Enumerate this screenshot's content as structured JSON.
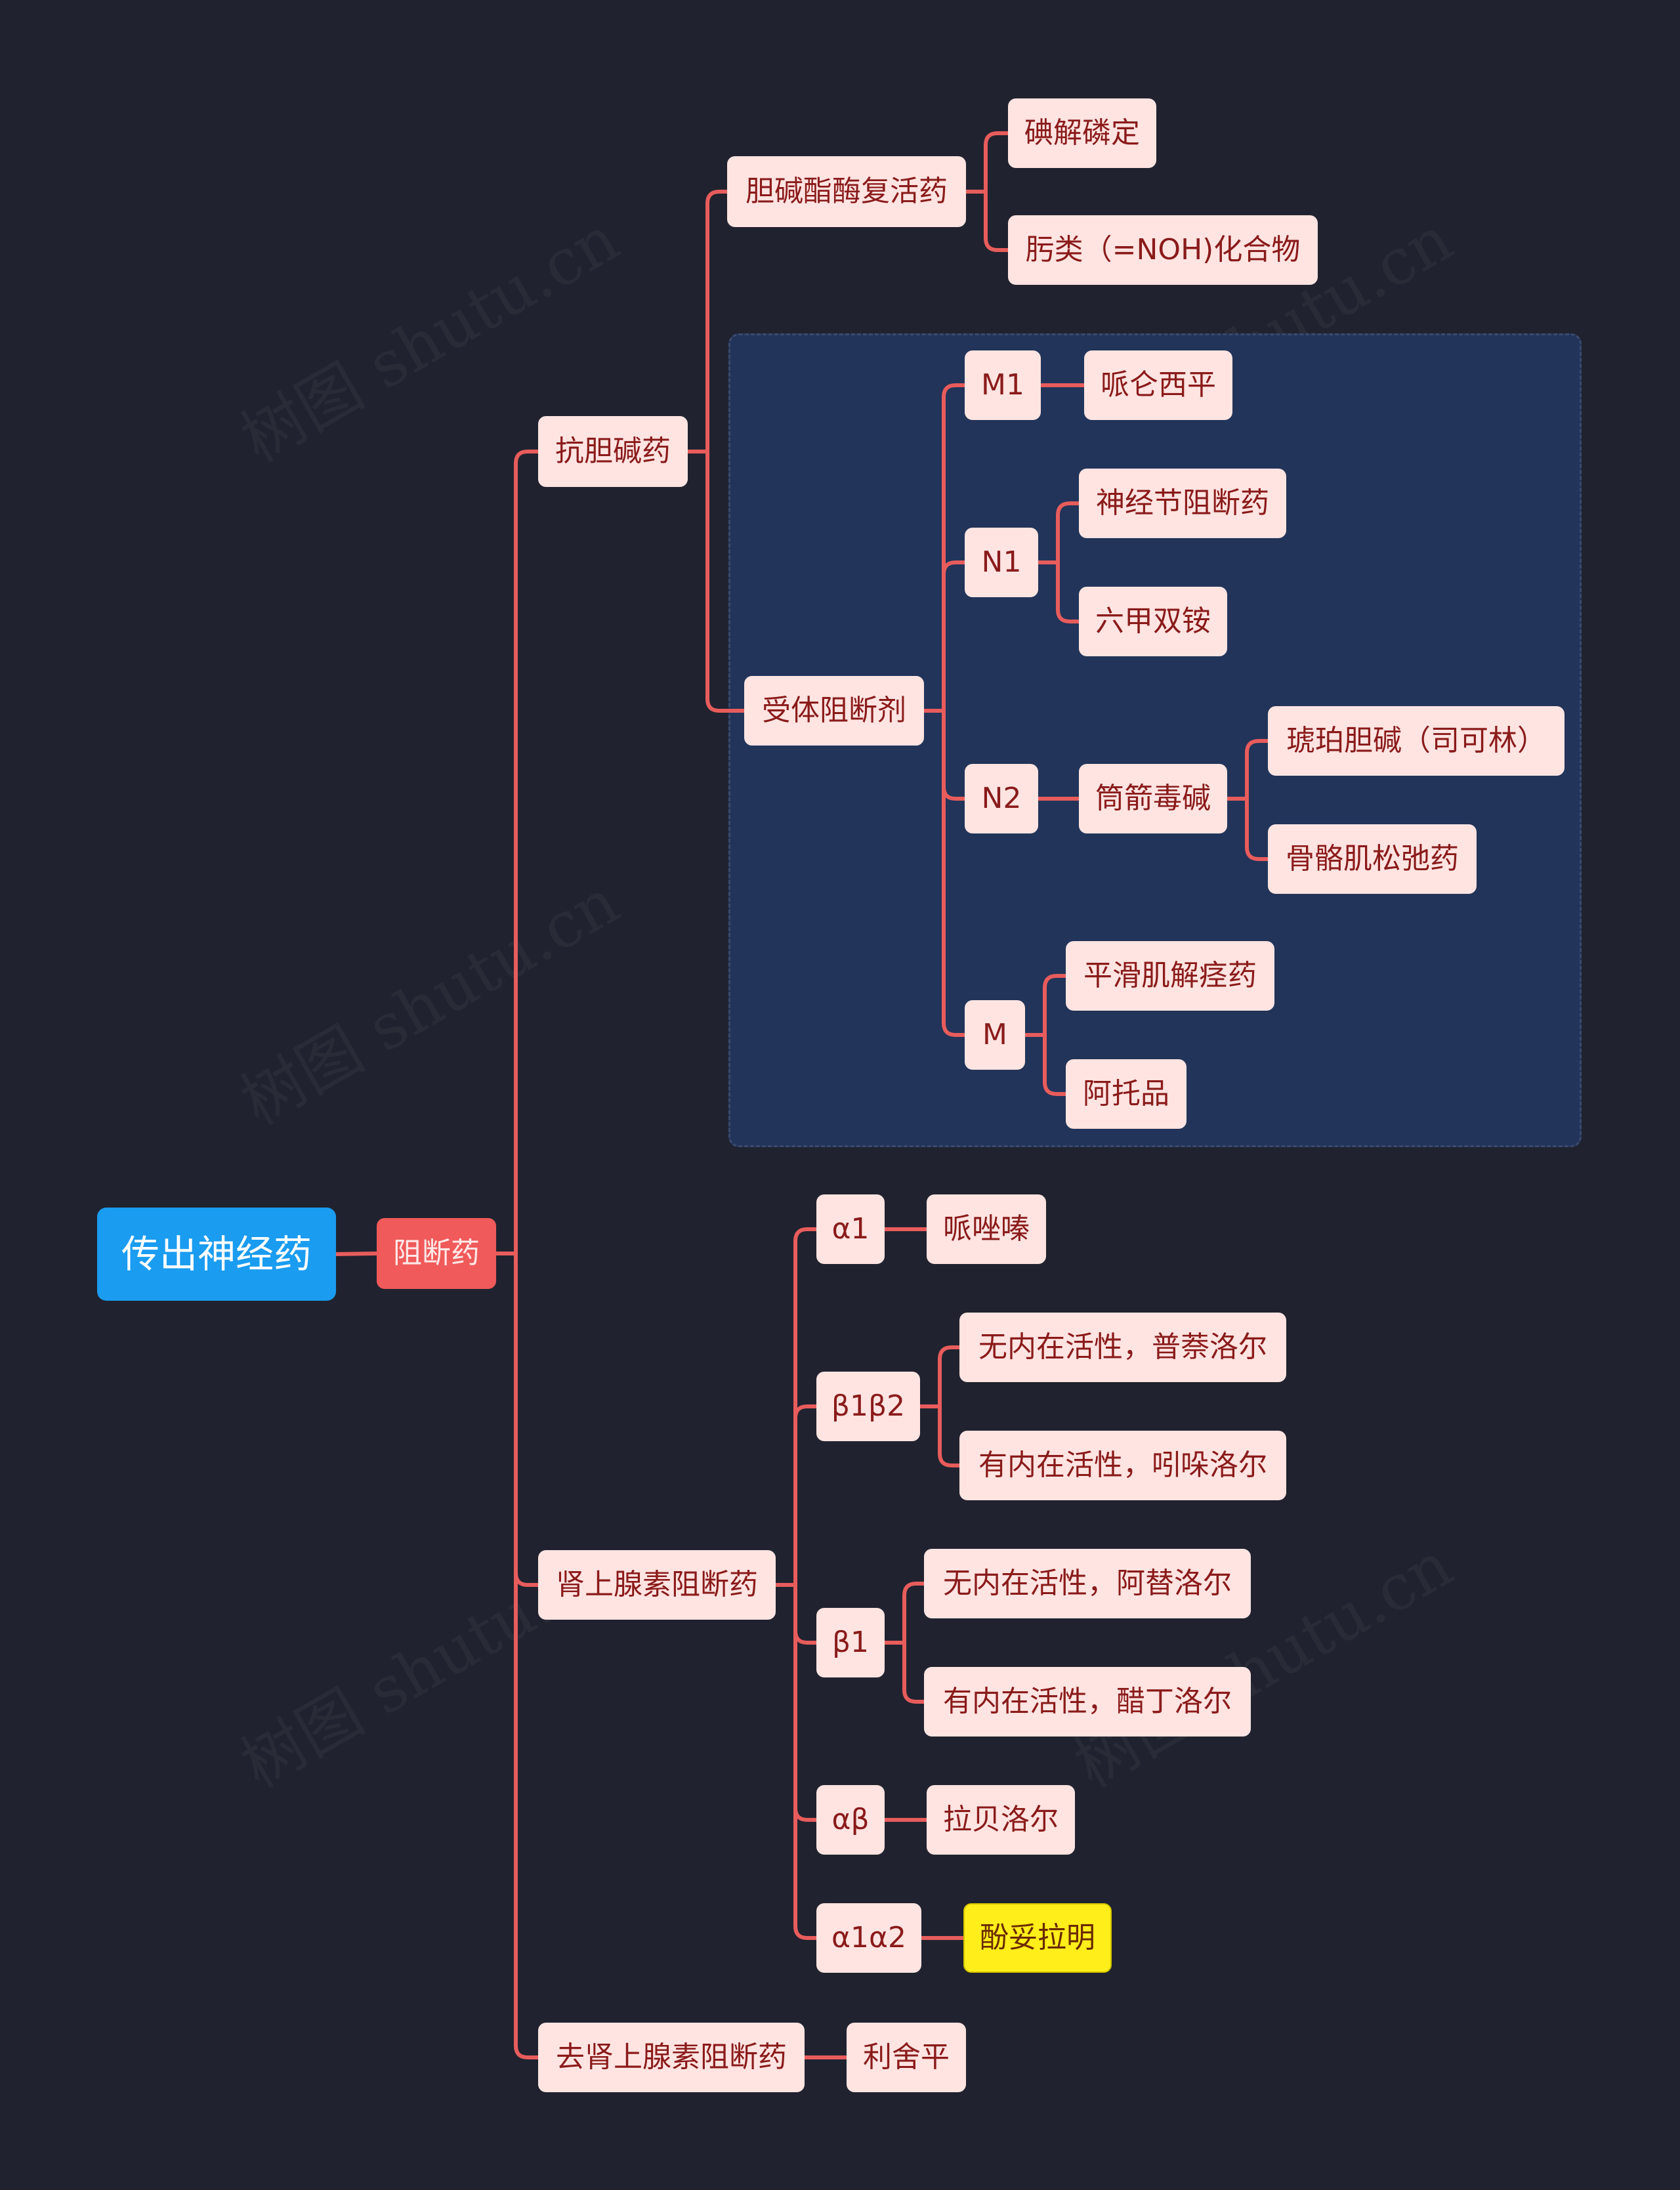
{
  "colors": {
    "background": "#20232f",
    "link": "#e85c5c",
    "root": "#1a9cf0",
    "level1": "#f05a5a",
    "node": "#ffe4e2",
    "node_text": "#8a1b1b",
    "highlight": "#ffee1a",
    "group_box": "#223459"
  },
  "watermark": "树图 shutu.cn",
  "mindmap": {
    "root": "传出神经药",
    "l1": "阻断药",
    "anticholinergic": {
      "label": "抗胆碱药",
      "reactivator": {
        "label": "胆碱酯酶复活药",
        "items": [
          "碘解磷定",
          "肟类（=NOH)化合物"
        ]
      },
      "receptor_blocker": {
        "label": "受体阻断剂",
        "m1": {
          "label": "M1",
          "items": [
            "哌仑西平"
          ]
        },
        "n1": {
          "label": "N1",
          "items": [
            "神经节阻断药",
            "六甲双铵"
          ]
        },
        "n2": {
          "label": "N2",
          "child": {
            "label": "筒箭毒碱",
            "items": [
              "琥珀胆碱（司可林）",
              "骨骼肌松弛药"
            ]
          }
        },
        "m": {
          "label": "M",
          "items": [
            "平滑肌解痉药",
            "阿托品"
          ]
        }
      }
    },
    "adrenergic_blocker": {
      "label": "肾上腺素阻断药",
      "a1": {
        "label": "α1",
        "items": [
          "哌唑嗪"
        ]
      },
      "b1b2": {
        "label": "β1β2",
        "items": [
          "无内在活性，普萘洛尔",
          "有内在活性，吲哚洛尔"
        ]
      },
      "b1": {
        "label": "β1",
        "items": [
          "无内在活性，阿替洛尔",
          "有内在活性，醋丁洛尔"
        ]
      },
      "ab": {
        "label": "αβ",
        "items": [
          "拉贝洛尔"
        ]
      },
      "a1a2": {
        "label": "α1α2",
        "items": [
          "酚妥拉明"
        ]
      }
    },
    "noradrenergic_blocker": {
      "label": "去肾上腺素阻断药",
      "items": [
        "利舍平"
      ]
    }
  }
}
